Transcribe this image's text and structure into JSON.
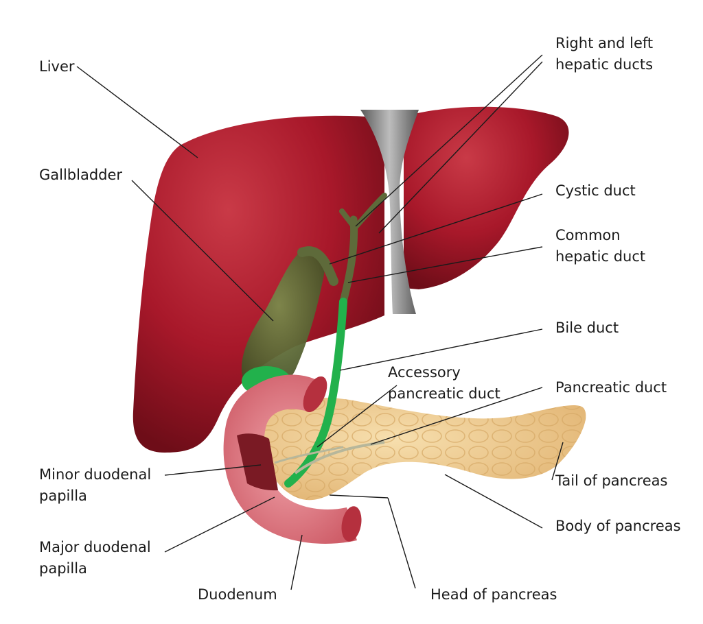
{
  "labels": {
    "liver": [
      "Liver"
    ],
    "gallbladder": [
      "Gallbladder"
    ],
    "hepatic_ducts": [
      "Right and left",
      "hepatic ducts"
    ],
    "cystic_duct": [
      "Cystic duct"
    ],
    "common_hepatic_duct": [
      "Common",
      "hepatic duct"
    ],
    "bile_duct": [
      "Bile duct"
    ],
    "accessory_pancreatic_duct": [
      "Accessory",
      "pancreatic duct"
    ],
    "pancreatic_duct": [
      "Pancreatic duct"
    ],
    "tail_of_pancreas": [
      "Tail of pancreas"
    ],
    "body_of_pancreas": [
      "Body of pancreas"
    ],
    "head_of_pancreas": [
      "Head of pancreas"
    ],
    "duodenum": [
      "Duodenum"
    ],
    "minor_duodenal_papilla": [
      "Minor duodenal",
      "papilla"
    ],
    "major_duodenal_papilla": [
      "Major duodenal",
      "papilla"
    ]
  },
  "colors": {
    "liver": "#a8182a",
    "liver_shadow": "#6e0d18",
    "ligament": "#8c8c8c",
    "gallbladder": "#5e6a3a",
    "bile_green": "#22b14c",
    "pancreas": "#f0cf92",
    "duodenum": "#e27c86",
    "leader_line": "#1a1a1a"
  }
}
